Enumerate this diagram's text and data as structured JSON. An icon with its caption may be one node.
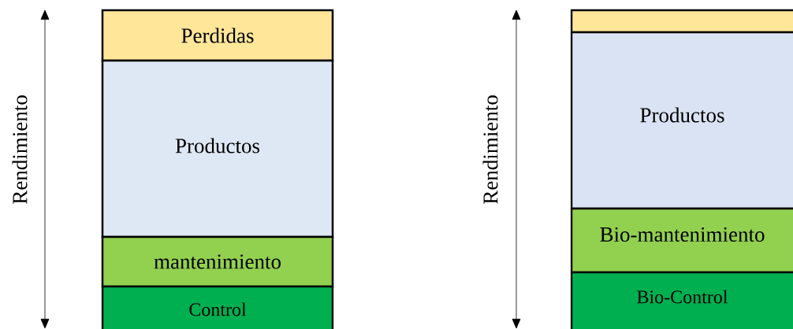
{
  "diagram": {
    "nodes": [
      {
        "text": [
          "Perdidas"
        ]
      },
      {
        "text": [
          "Productos"
        ]
      },
      {
        "text": [
          "mantenimiento"
        ]
      },
      {
        "text": [
          "Control"
        ]
      },
      {
        "text": [],
        "shape": "box"
      },
      {
        "text": [
          "Productos"
        ]
      },
      {
        "text": [
          "Bio-mantenimiento"
        ]
      },
      {
        "text": [
          "Bio-Control"
        ]
      }
    ],
    "labels": [
      "Rendimiento",
      "Rendimiento"
    ]
  }
}
